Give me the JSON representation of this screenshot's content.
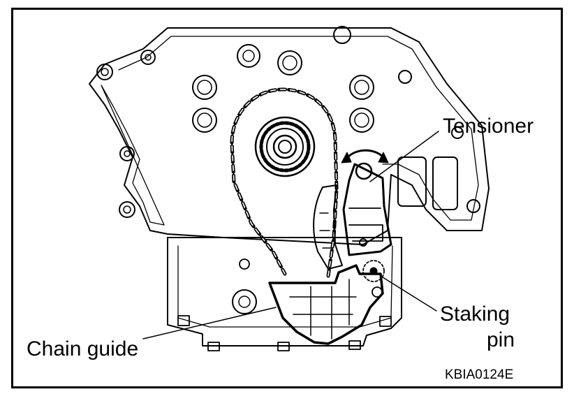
{
  "figure": {
    "labels": {
      "tensioner": "Tensioner",
      "staking_line1": "Staking",
      "staking_line2": "pin",
      "chain_guide": "Chain guide"
    },
    "figure_code": "KBIA0124E"
  },
  "colors": {
    "line": "#000000",
    "background": "#ffffff"
  }
}
